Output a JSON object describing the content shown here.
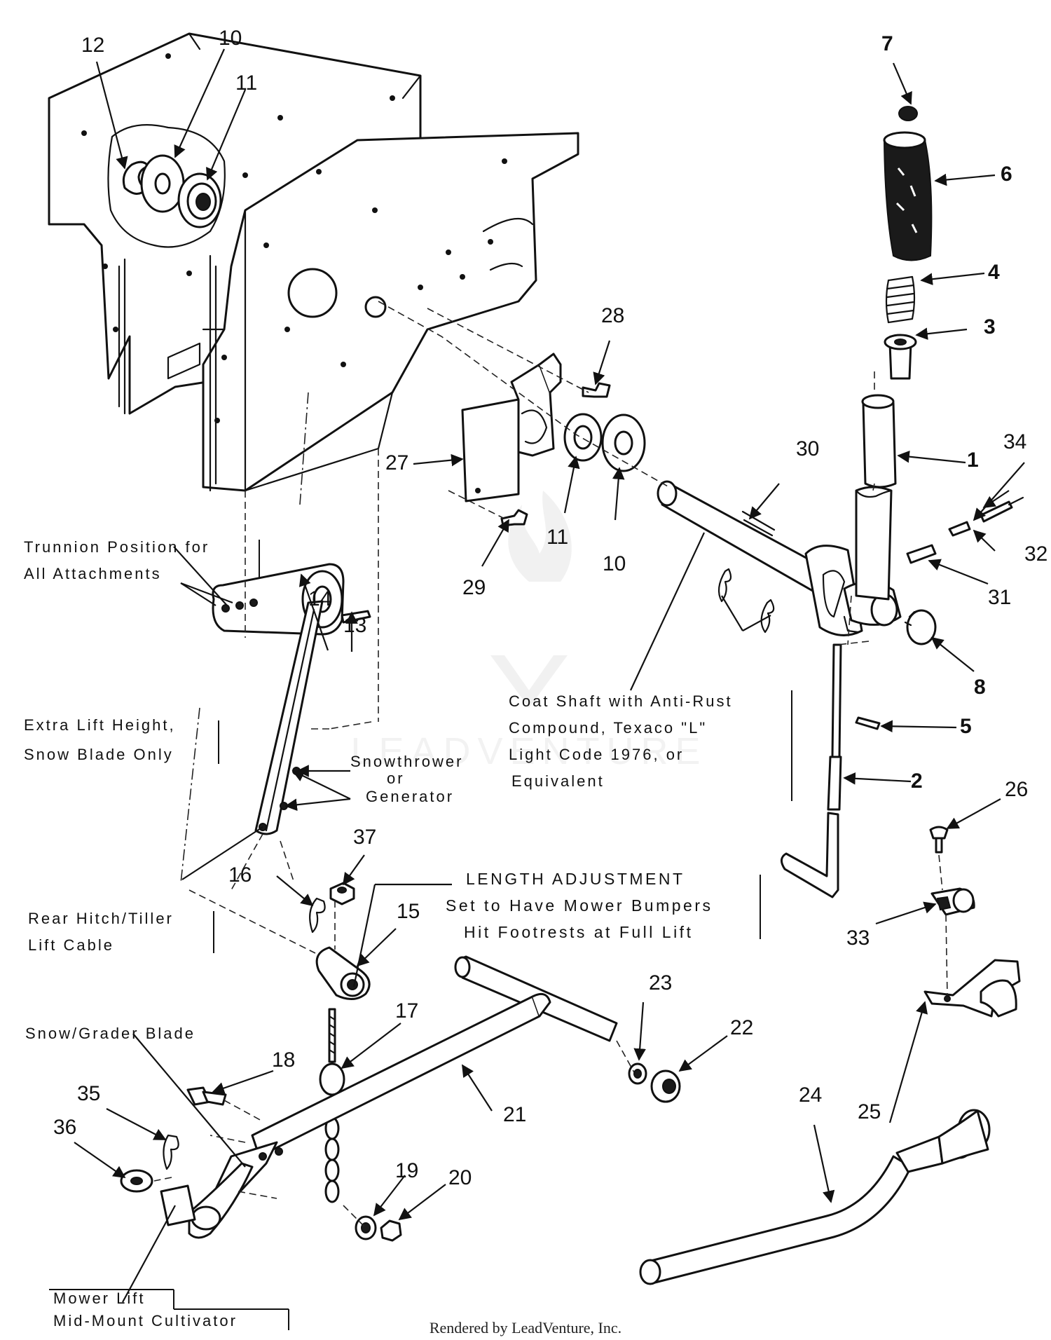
{
  "callouts": [
    {
      "id": "n1",
      "text": "1",
      "bold": true
    },
    {
      "id": "n2",
      "text": "2",
      "bold": true
    },
    {
      "id": "n3",
      "text": "3",
      "bold": true
    },
    {
      "id": "n4",
      "text": "4",
      "bold": true
    },
    {
      "id": "n5",
      "text": "5",
      "bold": true
    },
    {
      "id": "n6",
      "text": "6",
      "bold": true
    },
    {
      "id": "n7",
      "text": "7",
      "bold": true
    },
    {
      "id": "n8",
      "text": "8",
      "bold": true
    },
    {
      "id": "n10a",
      "text": "10",
      "bold": false
    },
    {
      "id": "n10b",
      "text": "10",
      "bold": false
    },
    {
      "id": "n11a",
      "text": "11",
      "bold": false
    },
    {
      "id": "n11b",
      "text": "11",
      "bold": false
    },
    {
      "id": "n12",
      "text": "12",
      "bold": false
    },
    {
      "id": "n13",
      "text": "13",
      "bold": false
    },
    {
      "id": "n14",
      "text": "14",
      "bold": false
    },
    {
      "id": "n15",
      "text": "15",
      "bold": false
    },
    {
      "id": "n16",
      "text": "16",
      "bold": false
    },
    {
      "id": "n17",
      "text": "17",
      "bold": false
    },
    {
      "id": "n18",
      "text": "18",
      "bold": false
    },
    {
      "id": "n19",
      "text": "19",
      "bold": false
    },
    {
      "id": "n20",
      "text": "20",
      "bold": false
    },
    {
      "id": "n21",
      "text": "21",
      "bold": false
    },
    {
      "id": "n22",
      "text": "22",
      "bold": false
    },
    {
      "id": "n23",
      "text": "23",
      "bold": false
    },
    {
      "id": "n24",
      "text": "24",
      "bold": false
    },
    {
      "id": "n25",
      "text": "25",
      "bold": false
    },
    {
      "id": "n26",
      "text": "26",
      "bold": false
    },
    {
      "id": "n27",
      "text": "27",
      "bold": false
    },
    {
      "id": "n28",
      "text": "28",
      "bold": false
    },
    {
      "id": "n29",
      "text": "29",
      "bold": false
    },
    {
      "id": "n30",
      "text": "30",
      "bold": false
    },
    {
      "id": "n31",
      "text": "31",
      "bold": false
    },
    {
      "id": "n32",
      "text": "32",
      "bold": false
    },
    {
      "id": "n33",
      "text": "33",
      "bold": false
    },
    {
      "id": "n34",
      "text": "34",
      "bold": false
    },
    {
      "id": "n35",
      "text": "35",
      "bold": false
    },
    {
      "id": "n36",
      "text": "36",
      "bold": false
    },
    {
      "id": "n37",
      "text": "37",
      "bold": false
    }
  ],
  "notes": {
    "trunnion": [
      "Trunnion Position for",
      "All Attachments"
    ],
    "extra_lift": [
      "Extra Lift Height,",
      "Snow Blade Only"
    ],
    "snowthrower": [
      "Snowthrower",
      "or",
      "Generator"
    ],
    "coat_shaft": [
      "Coat Shaft with Anti-Rust",
      "Compound, Texaco \"L\"",
      "Light Code 1976, or",
      "Equivalent"
    ],
    "length_adjust": [
      "LENGTH ADJUSTMENT",
      "Set to Have Mower Bumpers",
      "Hit Footrests at Full Lift"
    ],
    "rear_hitch": [
      "Rear Hitch/Tiller",
      "Lift Cable"
    ],
    "snow_grader": "Snow/Grader Blade",
    "mower_lift": [
      "Mower Lift",
      "Mid-Mount Cultivator"
    ]
  },
  "watermark": "LEADVENTURE",
  "credit": "Rendered by LeadVenture, Inc."
}
